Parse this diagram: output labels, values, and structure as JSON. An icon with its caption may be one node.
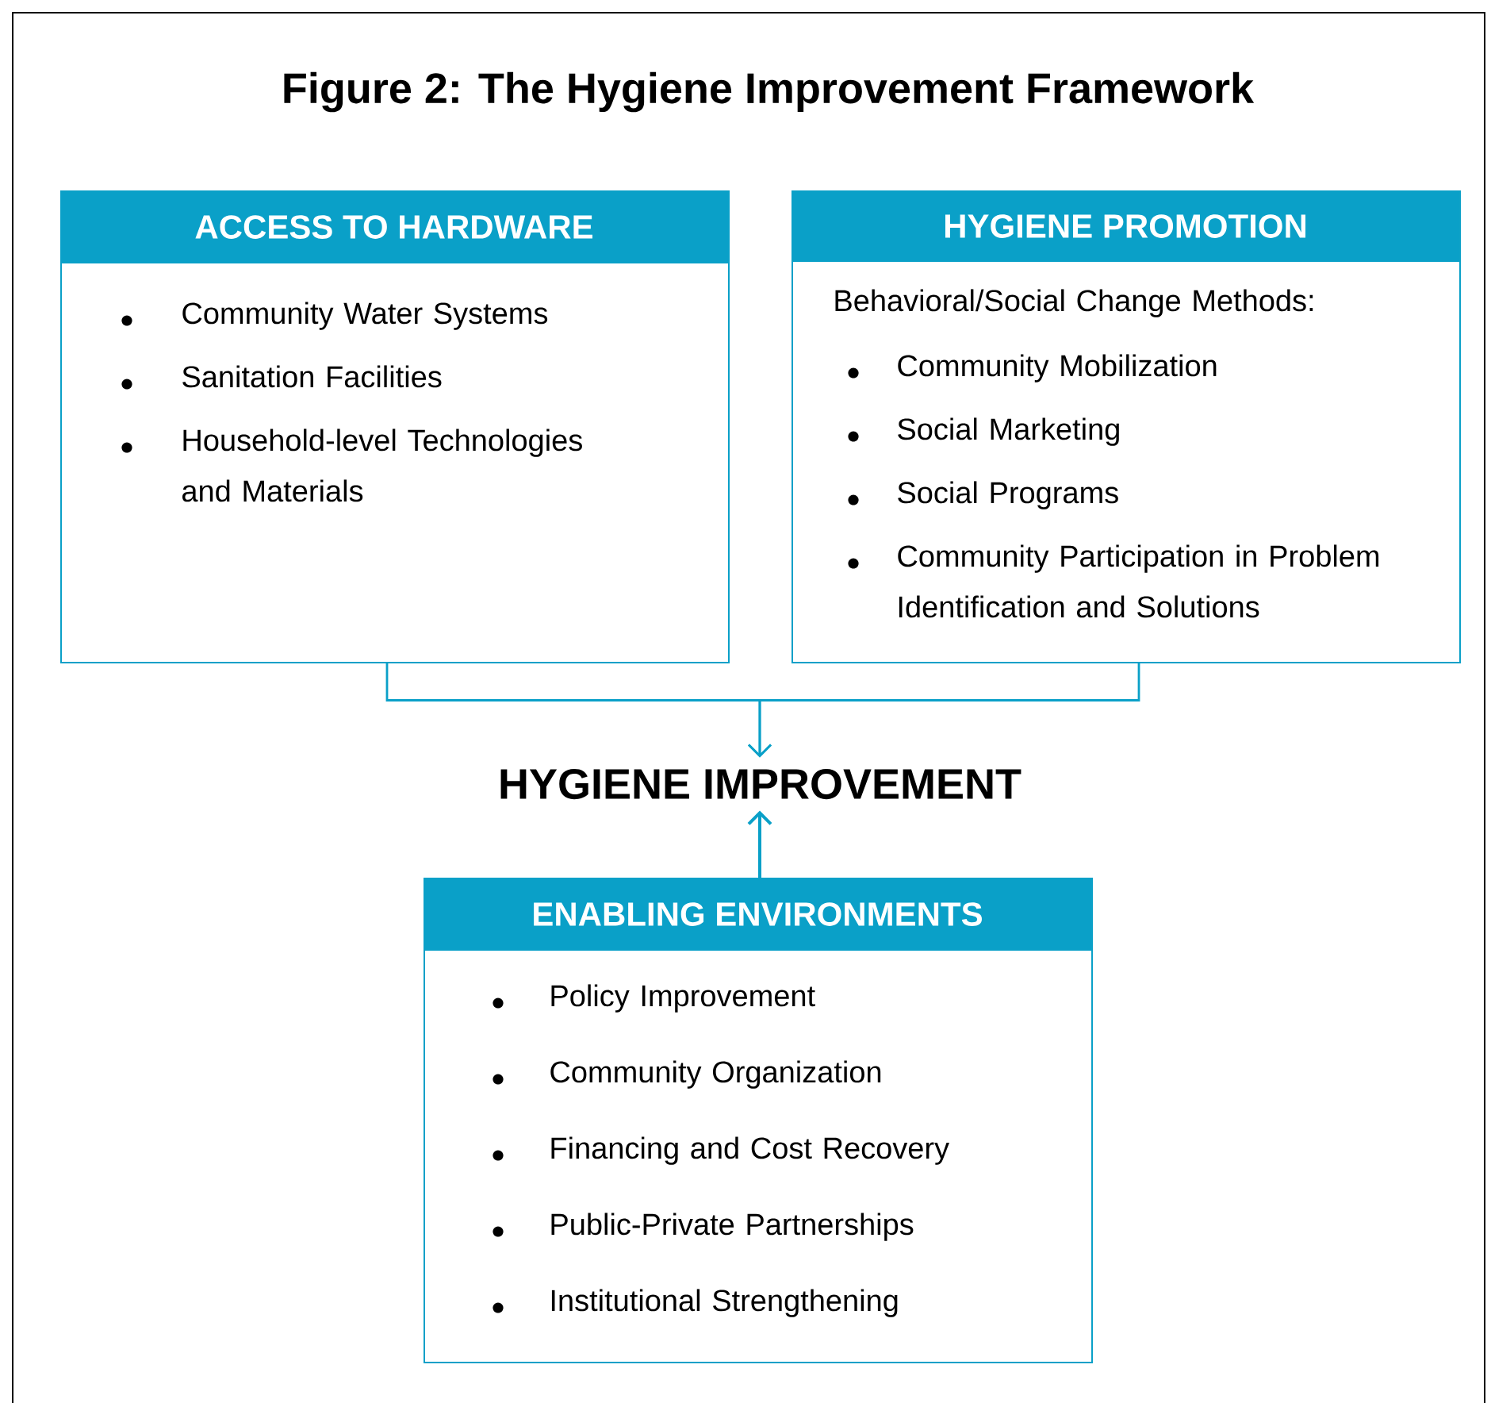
{
  "diagram": {
    "title": "Figure 2: The Hygiene Improvement Framework",
    "nodes": [
      {
        "text": [
          "ACCESS TO HARDWARE",
          "Community Water Systems",
          "Sanitation Facilities",
          "Household-level Technologies and Materials"
        ]
      },
      {
        "text": [
          "HYGIENE PROMOTION",
          "Behavioral/Social Change Methods:",
          "Community Mobilization",
          "Social Marketing",
          "Social Programs",
          "Community Participation in Problem Identification and Solutions"
        ]
      },
      {
        "text": [
          "HYGIENE IMPROVEMENT"
        ]
      },
      {
        "text": [
          "ENABLING ENVIRONMENTS",
          "Policy Improvement",
          "Community Organization",
          "Financing and Cost Recovery",
          "Public-Private Partnerships",
          "Institutional Strengthening"
        ]
      }
    ],
    "edges": [
      {
        "from": 0,
        "to": 2,
        "arrow": "to"
      },
      {
        "from": 1,
        "to": 2,
        "arrow": "to"
      },
      {
        "from": 3,
        "to": 2,
        "arrow": "to"
      }
    ]
  }
}
